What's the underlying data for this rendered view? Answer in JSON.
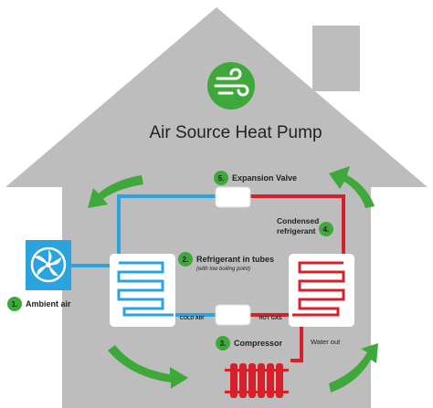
{
  "title": "Air Source Heat Pump",
  "colors": {
    "house": "#bdbdbd",
    "green": "#3ea83a",
    "cold": "#2aa3de",
    "hot": "#d7212a",
    "fan_box": "#2aa3de",
    "panel": "#ffffff",
    "text": "#222222"
  },
  "icons": [
    "wind-icon",
    "fan-icon",
    "radiator-icon"
  ],
  "steps": [
    {
      "num": "1.",
      "label": "Ambient air"
    },
    {
      "num": "2.",
      "label": "Refrigerant in tubes",
      "note": "(with low boiling point)"
    },
    {
      "num": "3.",
      "label": "Compressor"
    },
    {
      "num": "4.",
      "label_line1": "Condensed",
      "label_line2": "refrigerant"
    },
    {
      "num": "5.",
      "label": "Expansion Valve"
    }
  ],
  "tags": {
    "cold_air": "COLD AIR",
    "hot_gas": "HOT GAS",
    "water_out": "Water out"
  }
}
